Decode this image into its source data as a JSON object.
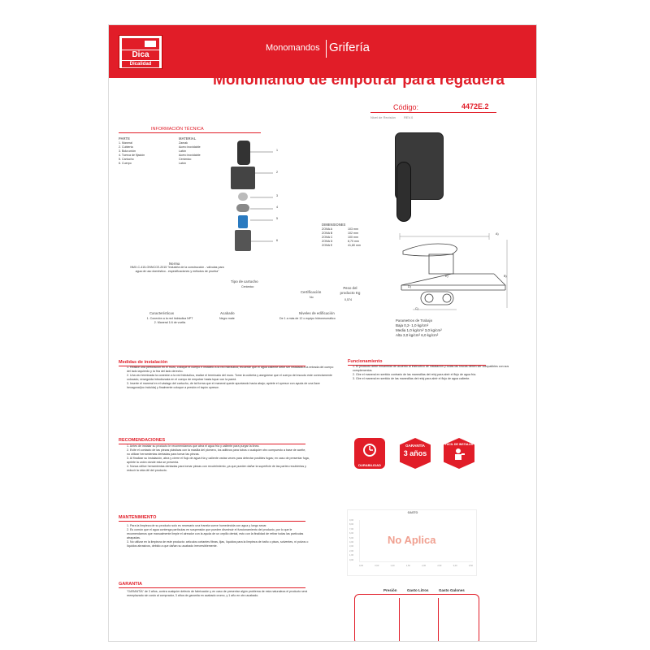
{
  "header": {
    "logo_name": "Dica",
    "logo_sub": "Dicalidad",
    "nav_a": "Monomandos",
    "nav_b": "Grifería",
    "title": "Monomando de empotrar para regadera",
    "code_label": "Código:",
    "code_value": "4472E.2",
    "rev_label": "Nivel de Revisión",
    "rev_value": "REV.0"
  },
  "tech": {
    "heading": "INFORMACIÓN TÉCNICA",
    "col_part": "PARTE",
    "col_material": "MATERIAL",
    "parts": [
      {
        "part": "1. Maneral",
        "material": "Zamak"
      },
      {
        "part": "2. Cubierta",
        "material": "Acero inoxidable"
      },
      {
        "part": "3. Bola unión",
        "material": "Latón"
      },
      {
        "part": "4. Tuerca de fijación",
        "material": "Acero inoxidable"
      },
      {
        "part": "5. Cartucho",
        "material": "Cerámico"
      },
      {
        "part": "6. Cuerpo",
        "material": "Latón"
      }
    ],
    "callouts": [
      "1",
      "2",
      "3",
      "4",
      "5",
      "6"
    ]
  },
  "dimensions": {
    "title": "DIMENSIONES",
    "rows": [
      {
        "zone": "ZONA A",
        "value": "103 mm"
      },
      {
        "zone": "ZONA B",
        "value": "102 mm"
      },
      {
        "zone": "ZONA C",
        "value": "100 mm"
      },
      {
        "zone": "ZONA D",
        "value": "8,70 mm"
      },
      {
        "zone": "ZONA E",
        "value": "41,80 mm"
      }
    ],
    "drawing_labels": [
      "A)",
      "B)",
      "C)",
      "D)",
      "E)"
    ]
  },
  "norma": {
    "label": "Norma",
    "text": "NMX-C-415-ONNCCE-2015 \"Industria de la construcción - válvulas para agua de uso doméstico - especificaciones y métodos de prueba\""
  },
  "cartucho": {
    "label": "Tipo de cartucho",
    "value": "Cerámico"
  },
  "certificacion": {
    "label": "Certificación",
    "value": "No"
  },
  "peso": {
    "label": "Peso del producto Kg",
    "value": "0,574"
  },
  "caracteristicas": {
    "label": "Características",
    "lines": [
      "1. Conexión a la red hidráulica NPT",
      "2. Maneral 1/4 de vuelta"
    ]
  },
  "acabado": {
    "label": "Acabado",
    "value": "Negro mate"
  },
  "edificacion": {
    "label": "Niveles de edificación",
    "value": "De 1 a más de 12 o equipo hidroneumático"
  },
  "parametros": {
    "label": "Parametros de Trabajo",
    "lines": [
      "Baja 0,2- 1,0 kg/cm²",
      "Media 1,0 kg/cm² 3,0 kg/cm²",
      "Alta 3,0 kg/cm² 6,0 kg/cm²"
    ]
  },
  "instalacion": {
    "heading": "Medidas de instalación",
    "lines": [
      "1. Realice una perforación en el muro, coloque el cuerpo e instálelo a la red hidráulica; recuerde que el agua caliente debe ser instalada a la entrada del cuerpo del lado izquierdo y la fría del lado derecho.",
      "2. Una vez terminada la conexión a la red hidráulica, realice el terminado del muro. Tome la cubierta y asegúrese que el cuerpo del escudo este correctamente colocado, enseguida introdúzcala en el cuerpo de empotrar hasta topar con la pared.",
      "3. Inserte el maneral en el vástago del cartucho, de tal forma que el maneral quede apuntando hacia abajo; apriete el opresor con ayuda de una llave hexagonal(no incluida) y finalmente coloque a presión el tapón opresor."
    ]
  },
  "funcionamiento": {
    "heading": "Funcionamiento",
    "lines": [
      "1. El producto debe ensamblar de acuerdo al instructivo de instalación y todas las roscas deben ser compatibles con sus complementos.",
      "2. Gire el maneral en sentido contrario de las manecillas del reloj para abrir el flujo de agua fría.",
      "3. Gire el maneral en sentido de las manecillas del reloj para abrir el flujo de agua caliente."
    ]
  },
  "badges": [
    {
      "line1": "",
      "line2": "DURABILIDAD"
    },
    {
      "line1": "GARANTÍA",
      "line2": "3 años"
    },
    {
      "line1": "",
      "line2": "FÁCIL DE INSTALAR"
    }
  ],
  "recomendaciones": {
    "heading": "RECOMENDACIONES",
    "lines": [
      "1. Antes de instalar su producto le recomendamos que abra el agua fría y caliente para purgar la línea.",
      "2. Evite el contacto de las piezas plásticas con la masilla del plomero, los aditivos para tubos o cualquier otro compuesto a base de aceite, no utilizar herramientas dentadas para tomar las piezas.",
      "3. Al finalizar su instalación, abra y cierre el flujo de agua fría y caliente varias veces para detectar posibles fugas; en caso de presentar fuga, apriete la unión donde esta se presenta.",
      "4. Nunca utilice herramientas dentadas para tomar piezas con recubrimiento, ya que pueden dañar la superficie de las partes recubiertas y reducir la vida útil del producto."
    ]
  },
  "chart": {
    "title": "GASTO",
    "overlay": "No Aplica",
    "y_ticks": [
      "9,00",
      "8,00",
      "7,00",
      "6,00",
      "5,00",
      "4,00",
      "3,00",
      "2,00",
      "1,00",
      "0,00"
    ],
    "x_ticks": [
      "0,00",
      "0,50",
      "1,00",
      "1,50",
      "2,00",
      "2,50",
      "3,00",
      "3,50"
    ]
  },
  "mantenimiento": {
    "heading": "MANTENIMIENTO",
    "lines": [
      "1. Para la limpieza de su producto solo es necesario una franela sueve humedecida con agua y luego secar.",
      "2. Es común que el agua contenga partículas en suspensión que pueden disminuir el funcionamiento del producto, por lo que le recomendamos que manualmente limpie el aireador con la ayuda de un cepillo dental, esto con la finalidad de retirar todas las partículas atrapadas.",
      "3. No utilizar en la limpieza de este producto: artículos cortantes fibras, lijas, líquidos para la limpieza de baño o pisos, solventes, ni polvos o líquidos abrasivos, debido a que dañan su acabado irreversiblemente."
    ]
  },
  "tabla": {
    "headers": [
      "Presión",
      "Gasto Litros",
      "Gasto Galones"
    ]
  },
  "garantia": {
    "heading": "GARANTIA",
    "text": "\"GARANTÍA\" de 3 años, contra cualquier defecto de fabricación y en caso de presentar algún problema de esta naturaleza el producto será reemplazado sin costo al comprador, 3 años de garantía en acabado cromo, y 1 año en otro acabado."
  }
}
